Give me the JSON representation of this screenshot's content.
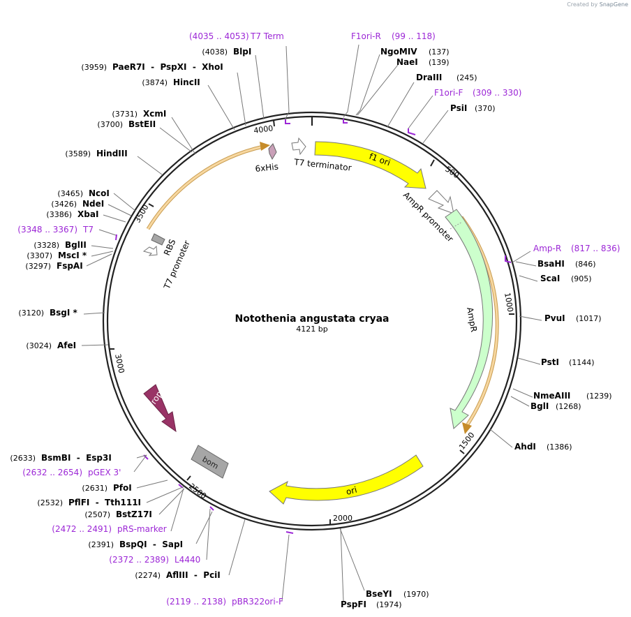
{
  "credit": {
    "created_by": "Created by",
    "brand": "SnapGene"
  },
  "plasmid": {
    "name": "Notothenia angustata cryaa",
    "length_label": "4121 bp",
    "length": 4121
  },
  "colors": {
    "primer": "#9c27d6",
    "f1ori": "#ffff00",
    "ori": "#ffff00",
    "ampr": "#ccffcc",
    "rop": "#993366",
    "bom": "#a6a6a6",
    "rbs": "#a6a6a6",
    "his": "#c9a0b8",
    "orf": "#f0b64a"
  },
  "ticks": [
    "500",
    "1000",
    "1500",
    "2000",
    "2500",
    "3000",
    "3500",
    "4000"
  ],
  "features": [
    {
      "label": "f1 ori",
      "color": "yellow"
    },
    {
      "label": "AmpR promoter",
      "color": "white"
    },
    {
      "label": "AmpR",
      "color": "green"
    },
    {
      "label": "ori",
      "color": "yellow"
    },
    {
      "label": "bom",
      "color": "gray"
    },
    {
      "label": "rop",
      "color": "purple"
    },
    {
      "label": "T7 promoter",
      "color": "white"
    },
    {
      "label": "RBS",
      "color": "gray"
    },
    {
      "label": "6xHis",
      "color": "pink"
    },
    {
      "label": "T7 terminator",
      "color": "white"
    }
  ],
  "right_labels": [
    {
      "name": "NgoMIV",
      "pos": "(137)"
    },
    {
      "name": "NaeI",
      "pos": "(139)"
    },
    {
      "name": "DraIII",
      "pos": "(245)"
    },
    {
      "name": "F1ori-F",
      "pos": "(309 .. 330)",
      "primer": true
    },
    {
      "name": "PsiI",
      "pos": "(370)"
    },
    {
      "name": "Amp-R",
      "pos": "(817 .. 836)",
      "primer": true
    },
    {
      "name": "BsaHI",
      "pos": "(846)"
    },
    {
      "name": "ScaI",
      "pos": "(905)"
    },
    {
      "name": "PvuI",
      "pos": "(1017)"
    },
    {
      "name": "PstI",
      "pos": "(1144)"
    },
    {
      "name": "NmeAIII",
      "pos": "(1239)"
    },
    {
      "name": "BglI",
      "pos": "(1268)"
    },
    {
      "name": "AhdI",
      "pos": "(1386)"
    },
    {
      "name": "BseYI",
      "pos": "(1970)"
    },
    {
      "name": "PspFI",
      "pos": "(1974)"
    }
  ],
  "top_labels": [
    {
      "name": "T7 Term",
      "pos": "(4035 .. 4053)",
      "primer": true
    },
    {
      "name": "F1ori-R",
      "pos": "(99 .. 118)",
      "primer": true
    }
  ],
  "left_labels": [
    {
      "name": "BlpI",
      "pos": "(4038)"
    },
    {
      "name": "PaeR7I  -  PspXI  -  XhoI",
      "pos": "(3959)"
    },
    {
      "name": "HincII",
      "pos": "(3874)"
    },
    {
      "name": "XcmI",
      "pos": "(3731)"
    },
    {
      "name": "BstEII",
      "pos": "(3700)"
    },
    {
      "name": "HindIII",
      "pos": "(3589)"
    },
    {
      "name": "NcoI",
      "pos": "(3465)"
    },
    {
      "name": "NdeI",
      "pos": "(3426)"
    },
    {
      "name": "XbaI",
      "pos": "(3386)"
    },
    {
      "name": "T7",
      "pos": "(3348 .. 3367)",
      "primer": true
    },
    {
      "name": "BglII",
      "pos": "(3328)"
    },
    {
      "name": "MscI *",
      "pos": "(3307)"
    },
    {
      "name": "FspAI",
      "pos": "(3297)"
    },
    {
      "name": "BsgI *",
      "pos": "(3120)"
    },
    {
      "name": "AfeI",
      "pos": "(3024)"
    },
    {
      "name": "BsmBI  -  Esp3I",
      "pos": "(2633)"
    },
    {
      "name": "pGEX 3'",
      "pos": "(2632 .. 2654)",
      "primer": true
    },
    {
      "name": "PfoI",
      "pos": "(2631)"
    },
    {
      "name": "PflFI  -  Tth111I",
      "pos": "(2532)"
    },
    {
      "name": "BstZ17I",
      "pos": "(2507)"
    },
    {
      "name": "pRS-marker",
      "pos": "(2472 .. 2491)",
      "primer": true
    },
    {
      "name": "BspQI  -  SapI",
      "pos": "(2391)"
    },
    {
      "name": "L4440",
      "pos": "(2372 .. 2389)",
      "primer": true
    },
    {
      "name": "AflIII  -  PciI",
      "pos": "(2274)"
    },
    {
      "name": "pBR322ori-F",
      "pos": "(2119 .. 2138)",
      "primer": true
    }
  ]
}
